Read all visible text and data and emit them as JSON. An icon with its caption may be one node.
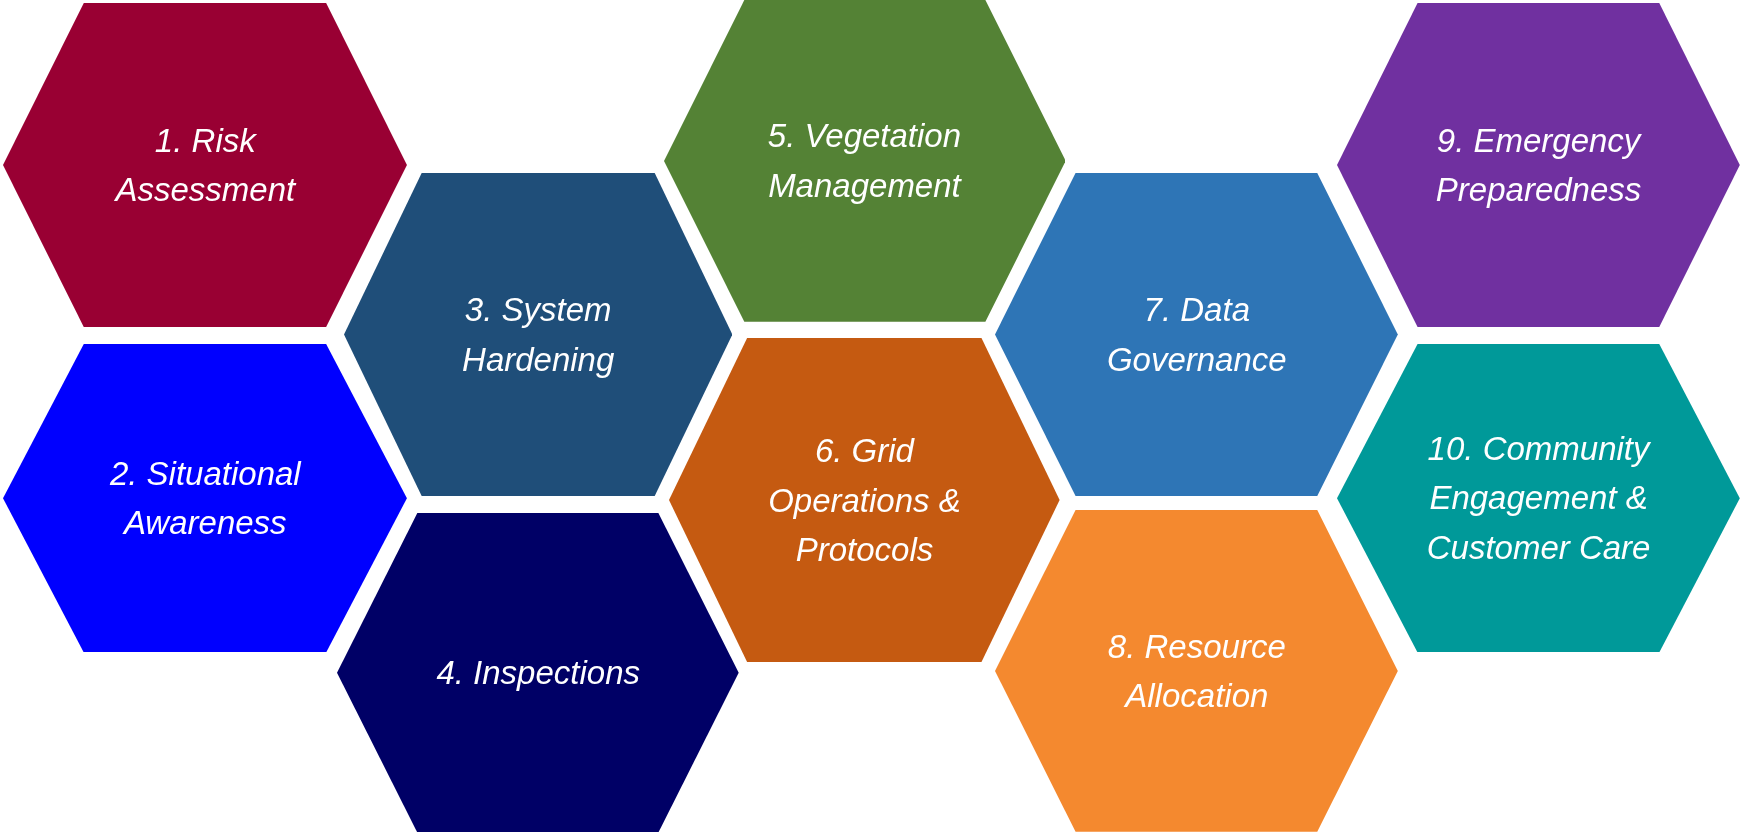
{
  "diagram": {
    "nodes": [
      {
        "text": [
          "1. Risk Assessment"
        ]
      },
      {
        "text": [
          "2. Situational Awareness"
        ]
      },
      {
        "text": [
          "3. System Hardening"
        ]
      },
      {
        "text": [
          "4. Inspections"
        ]
      },
      {
        "text": [
          "5. Vegetation Management"
        ]
      },
      {
        "text": [
          "6. Grid Operations & Protocols"
        ]
      },
      {
        "text": [
          "7. Data Governance"
        ]
      },
      {
        "text": [
          "8. Resource Allocation"
        ]
      },
      {
        "text": [
          "9. Emergency Preparedness"
        ]
      },
      {
        "text": [
          "10. Community Engagement & Customer Care"
        ]
      }
    ]
  }
}
